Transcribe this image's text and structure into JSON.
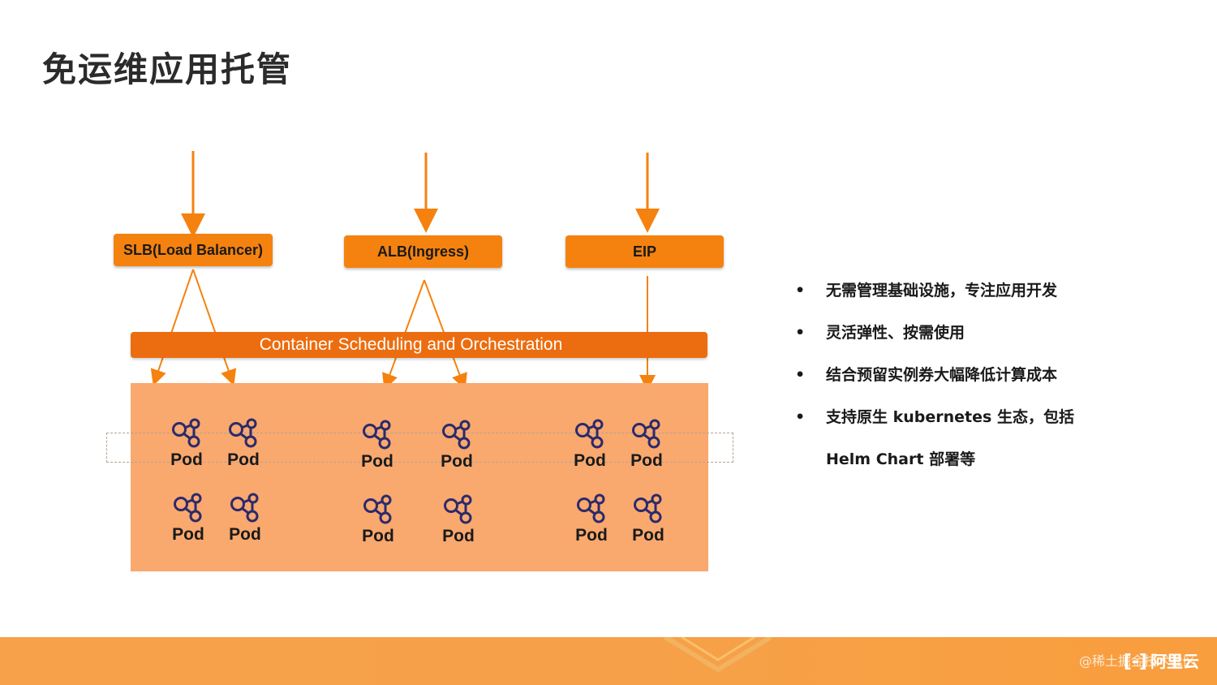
{
  "title": "免运维应用托管",
  "lb_boxes": [
    {
      "label": "SLB(Load Balancer)"
    },
    {
      "label": "ALB(Ingress)"
    },
    {
      "label": "EIP"
    }
  ],
  "orchestration_bar": "Container Scheduling and Orchestration",
  "pod_label": "Pod",
  "bullets": [
    "无需管理基础设施，专注应用开发",
    "灵活弹性、按需使用",
    "结合预留实例券大幅降低计算成本",
    "支持原生 kubernetes 生态，包括"
  ],
  "bullet_continuation": "Helm Chart 部署等",
  "bullet_marker": "•",
  "footer": {
    "brand_mark": "[-]",
    "brand": "阿里云",
    "watermark": "@稀土掘金技术社区"
  },
  "colors": {
    "accent": "#f5820f",
    "bar": "#ec6d0f",
    "pod_area": "#f9a86e",
    "pod_icon": "#2b2a6b"
  }
}
